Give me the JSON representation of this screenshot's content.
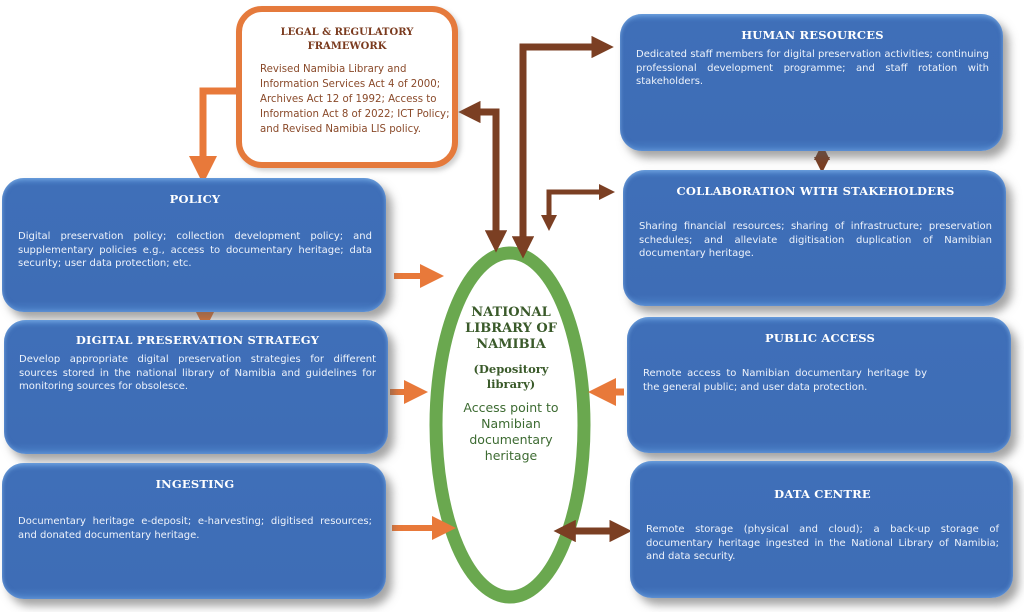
{
  "diagram": {
    "centre": {
      "title": "NATIONAL LIBRARY OF NAMIBIA",
      "subtitle": "(Depository library)",
      "description": "Access point to Namibian documentary heritage",
      "ring_color": "#6aa84f"
    },
    "legal": {
      "title": "LEGAL & REGULATORY FRAMEWORK",
      "body": "Revised Namibia Library and Information Services Act 4 of 2000; Archives Act 12 of 1992; Access to Information Act 8 of 2022; ICT Policy; and Revised Namibia LIS policy.",
      "border_color": "#e57a3c"
    },
    "left_boxes": [
      {
        "title": "POLICY",
        "body": "Digital preservation policy; collection development policy; and supplementary policies e.g., access to documentary heritage; data security; user data protection; etc."
      },
      {
        "title": "DIGITAL PRESERVATION STRATEGY",
        "body": "Develop appropriate digital preservation strategies for different sources stored in the national library of Namibia and guidelines for monitoring sources for obsolesce."
      },
      {
        "title": "INGESTING",
        "body": "Documentary heritage e-deposit; e-harvesting; digitised resources; and donated documentary heritage."
      }
    ],
    "right_boxes": [
      {
        "title": "HUMAN RESOURCES",
        "body": "Dedicated staff members for digital preservation activities; continuing professional development programme; and staff rotation with stakeholders."
      },
      {
        "title": "COLLABORATION WITH STAKEHOLDERS",
        "body": "Sharing financial resources; sharing of infrastructure; preservation schedules; and alleviate digitisation duplication of Namibian documentary heritage."
      },
      {
        "title": "PUBLIC ACCESS",
        "body": "Remote access to Namibian documentary heritage by the general public; and user data protection."
      },
      {
        "title": "DATA CENTRE",
        "body": "Remote storage (physical and cloud); a back-up storage of documentary heritage ingested in the National Library of Namibia; and data security."
      }
    ],
    "colors": {
      "box_blue": "#3e6db6",
      "orange_arrow": "#e8793a",
      "brown_arrow": "#7b3f23"
    }
  }
}
